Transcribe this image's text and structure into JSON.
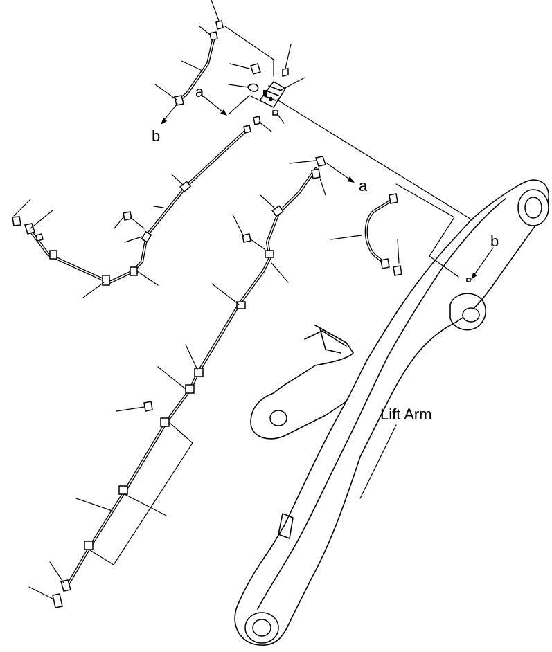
{
  "labels": {
    "lift_arm": "Lift Arm",
    "ref_a_upper": "a",
    "ref_a_right": "a",
    "ref_b_left": "b",
    "ref_b_right": "b"
  }
}
